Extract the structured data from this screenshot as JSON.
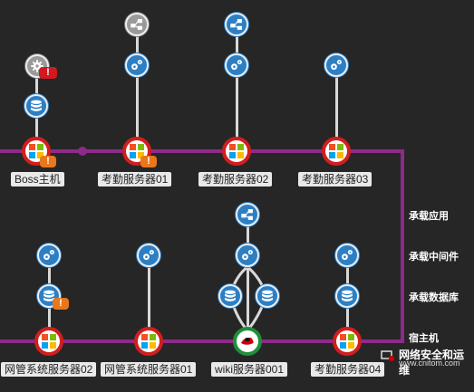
{
  "top_hosts": [
    {
      "label": "Boss主机"
    },
    {
      "label": "考勤服务器01"
    },
    {
      "label": "考勤服务器02"
    },
    {
      "label": "考勤服务器03"
    }
  ],
  "bottom_hosts": [
    {
      "label": "网管系统服务器02"
    },
    {
      "label": "网管系统服务器01"
    },
    {
      "label": "wiki服务器001"
    },
    {
      "label": "考勤服务器04"
    }
  ],
  "legend": {
    "app": "承载应用",
    "middleware": "承载中间件",
    "database": "承载数据库",
    "host": "宿主机"
  },
  "badges": {
    "warning": "!"
  },
  "watermark": {
    "title": "网络安全和运维",
    "url": "www.cnitom.com"
  },
  "colors": {
    "bus": "#8e2a8a",
    "host_ring": "#d11e1e",
    "linux_ring": "#1f8f3a",
    "service": "#2d7fc4",
    "alert": "#d4181f",
    "warn": "#e8771d"
  }
}
